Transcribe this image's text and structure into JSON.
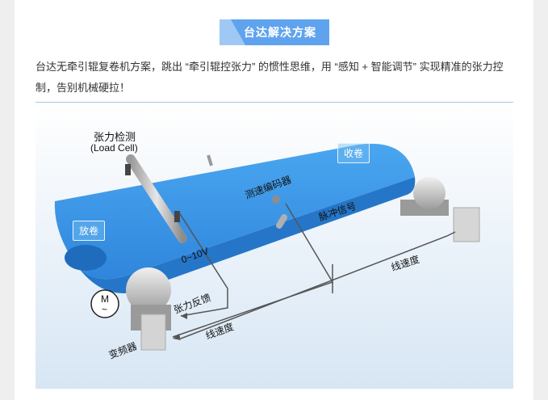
{
  "title": "台达解决方案",
  "intro": "台达无牵引辊复卷机方案，跳出 “牵引辊控张力” 的惯性思维，用 “感知 + 智能调节” 实现精准的张力控制，告别机械硬拉！",
  "diagram": {
    "tension_detect": "张力检测",
    "load_cell": "(Load Cell)",
    "rewind_tag": "收卷",
    "unwind_tag": "放卷",
    "encoder": "测速编码器",
    "pulse": "脉冲信号",
    "voltage": "0~10V",
    "line_speed_1": "线速度",
    "line_speed_2": "线速度",
    "tension_feedback": "张力反馈",
    "inverter": "变频器",
    "motor_m": "M",
    "motor_tilde": "~"
  },
  "colors": {
    "belt": "#3a96e8",
    "title_bg": "#5fa3ee",
    "rule": "#a9c7ea"
  }
}
